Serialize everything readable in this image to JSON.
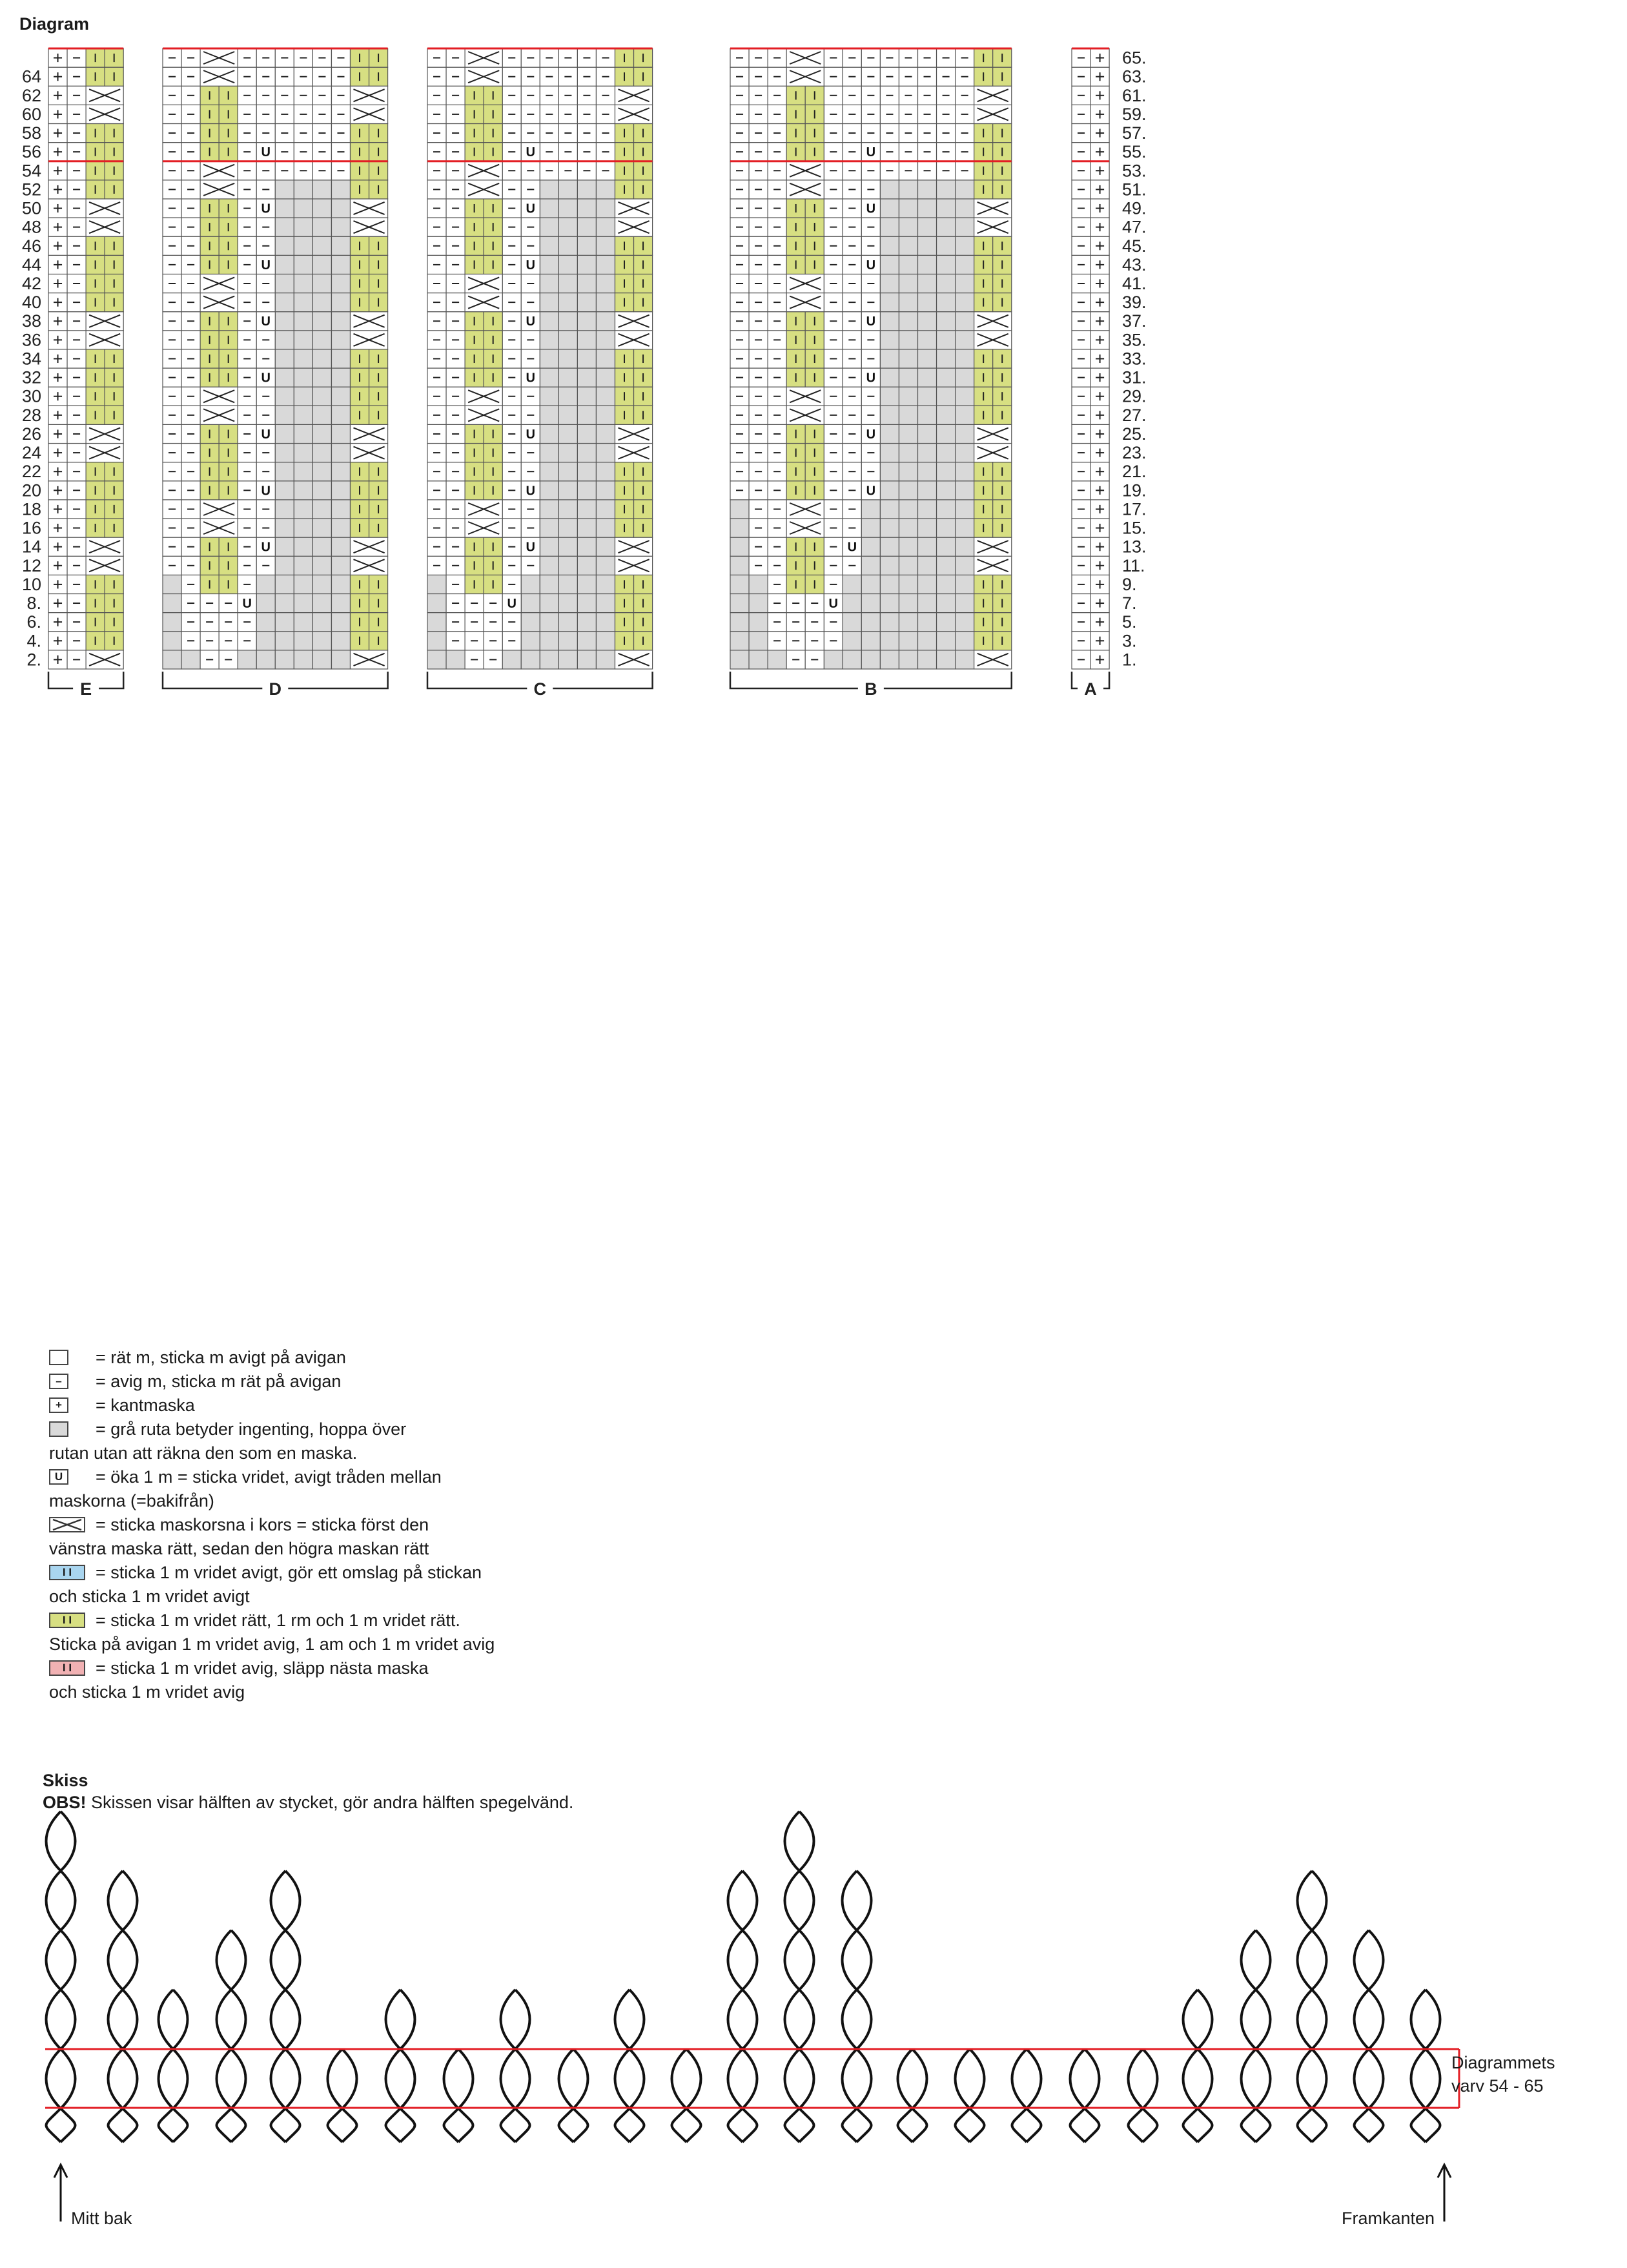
{
  "diagram": {
    "title": "Diagram",
    "panels": [
      {
        "id": "E",
        "label": "E"
      },
      {
        "id": "D",
        "label": "D"
      },
      {
        "id": "C",
        "label": "C"
      },
      {
        "id": "B",
        "label": "B"
      },
      {
        "id": "A",
        "label": "A"
      }
    ],
    "left_row_numbers": [
      "64",
      "62",
      "60",
      "58",
      "56",
      "54",
      "52",
      "50",
      "48",
      "46",
      "44",
      "42",
      "40",
      "38",
      "36",
      "34",
      "32",
      "30",
      "28",
      "26",
      "24",
      "22",
      "20",
      "18",
      "16",
      "14",
      "12",
      "10",
      "8.",
      "6.",
      "4.",
      "2."
    ],
    "right_row_numbers": [
      "65.",
      "63.",
      "61.",
      "59.",
      "57.",
      "55.",
      "53.",
      "51.",
      "49.",
      "47.",
      "45.",
      "43.",
      "41.",
      "39.",
      "37.",
      "35.",
      "33.",
      "31.",
      "29.",
      "27.",
      "25.",
      "23.",
      "21.",
      "19.",
      "17.",
      "15.",
      "13.",
      "11.",
      "9.",
      "7.",
      "5.",
      "3.",
      "1."
    ],
    "colors": {
      "green": "#d7df82",
      "blue": "#a9d5ef",
      "pink": "#f1b1b3",
      "grey": "#d9d9d9",
      "red": "#e31e24"
    }
  },
  "legend": {
    "items": [
      {
        "symbol": "empty",
        "text": "= rät m, sticka m avigt på avigan"
      },
      {
        "symbol": "minus",
        "glyph": "–",
        "text": "= avig m, sticka m rät på avigan"
      },
      {
        "symbol": "plus",
        "glyph": "+",
        "text": "= kantmaska"
      },
      {
        "symbol": "grey",
        "text": "= grå ruta betyder ingenting, hoppa över\nrutan utan att räkna den som en maska."
      },
      {
        "symbol": "increase",
        "glyph": "U",
        "text": "= öka 1 m = sticka vridet, avigt tråden mellan\nmaskorna (=bakifrån)"
      },
      {
        "symbol": "cross",
        "text": "= sticka maskorsna i kors = sticka först den\nvänstra maska rätt, sedan den högra maskan rätt"
      },
      {
        "symbol": "blue",
        "glyph": "I I",
        "text": "= sticka 1 m vridet avigt, gör ett omslag på stickan\noch sticka 1 m vridet avigt"
      },
      {
        "symbol": "green",
        "glyph": "I I",
        "text": "= sticka 1 m vridet rätt, 1 rm och 1 m vridet rätt.\nSticka på avigan 1 m vridet avig, 1 am och 1 m vridet avig"
      },
      {
        "symbol": "pink",
        "glyph": "I I",
        "text": "= sticka 1 m vridet avig, släpp nästa maska\noch sticka 1 m vridet avig"
      }
    ]
  },
  "sketch": {
    "title": "Skiss",
    "note_bold": "OBS!",
    "note": " Skissen visar hälften av stycket, gör andra hälften spegelvänd.",
    "label_rows": "Diagrammets\nvarv 54 - 65",
    "label_left": "Mitt bak",
    "label_right": "Framkanten"
  }
}
